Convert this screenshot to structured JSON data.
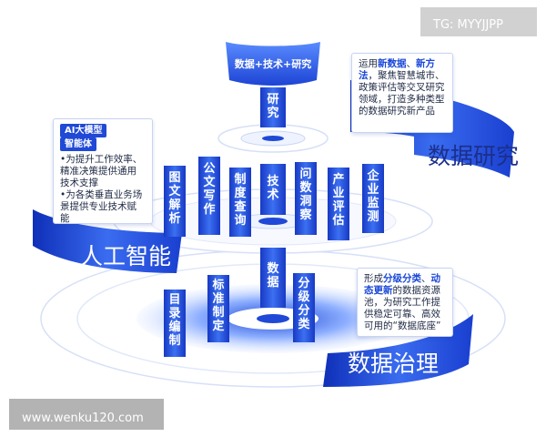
{
  "top_node": "数据+技术+研究",
  "columns": {
    "research": "研究",
    "tech": "技术",
    "data": "数据"
  },
  "mid_labels": [
    "图文解析",
    "公文写作",
    "制度查询",
    "问数洞察",
    "产业评估",
    "企业监测"
  ],
  "low_labels": [
    "目录编制",
    "标准制定",
    "分级分类"
  ],
  "layers": {
    "research": {
      "title": "数据研究",
      "note_pre": "运用",
      "note_hl1": "新数据",
      "note_sep": "、",
      "note_hl2": "新方法",
      "note_post": "，聚焦智慧城市、政策评估等交叉研究领域，打造多种类型的数据研究新产品"
    },
    "ai": {
      "title": "人工智能",
      "tag1": "AI大模型",
      "tag2": "智能体",
      "bullet1": "•为提升工作效率、精准决策提供通用技术支撑",
      "bullet2": "•为各类垂直业务场景提供专业技术赋能"
    },
    "governance": {
      "title": "数据治理",
      "note_pre": "形成",
      "note_hl1": "分级分类",
      "note_sep": "、",
      "note_hl2": "动态更新",
      "note_post": "的数据资源池，为研究工作提供稳定可靠、高效可用的“数据底座”"
    }
  },
  "watermarks": {
    "top_right": "TG: MYYJJPP",
    "bottom_left": "www.wenku120.com"
  },
  "colors": {
    "primary": "#1f49d6",
    "highlight": "#1a47d8",
    "ribbon_title": "#1b2f8a"
  }
}
